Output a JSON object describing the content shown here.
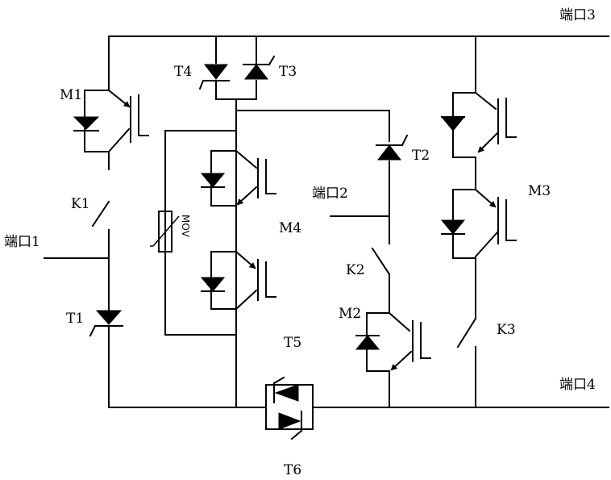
{
  "ports": {
    "p1": "端口1",
    "p2": "端口2",
    "p3": "端口3",
    "p4": "端口4"
  },
  "components": {
    "m1": "M1",
    "m2": "M2",
    "m3": "M3",
    "m4": "M4",
    "k1": "K1",
    "k2": "K2",
    "k3": "K3",
    "t1": "T1",
    "t2": "T2",
    "t3": "T3",
    "t4": "T4",
    "t5": "T5",
    "t6": "T6",
    "mov": "MOV"
  }
}
